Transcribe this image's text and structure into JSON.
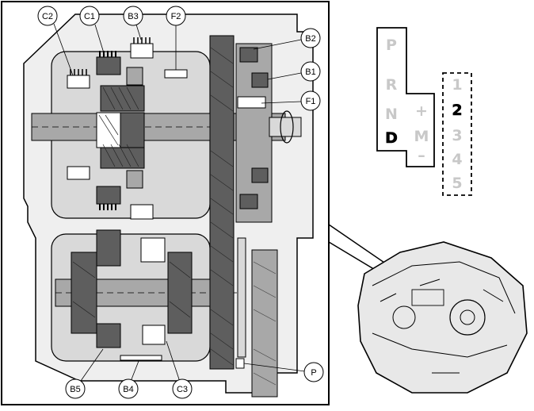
{
  "components": {
    "C1": "C1",
    "C2": "C2",
    "C3": "C3",
    "B1": "B1",
    "B2": "B2",
    "B3": "B3",
    "B4": "B4",
    "B5": "B5",
    "F1": "F1",
    "F2": "F2",
    "P": "P"
  },
  "gear_selector": {
    "positions": [
      "P",
      "R",
      "N",
      "D"
    ],
    "selected": "D",
    "manual_plus": "+",
    "manual_mode": "M",
    "manual_minus": "–",
    "gears": [
      "1",
      "2",
      "3",
      "4",
      "5"
    ],
    "selected_gear": "2"
  },
  "colors": {
    "outline": "#000000",
    "light_gray": "#d9d9d9",
    "mid_gray": "#a8a8a8",
    "dark_gray": "#5e5e5e",
    "selector_dim": "#c8c8c8"
  }
}
